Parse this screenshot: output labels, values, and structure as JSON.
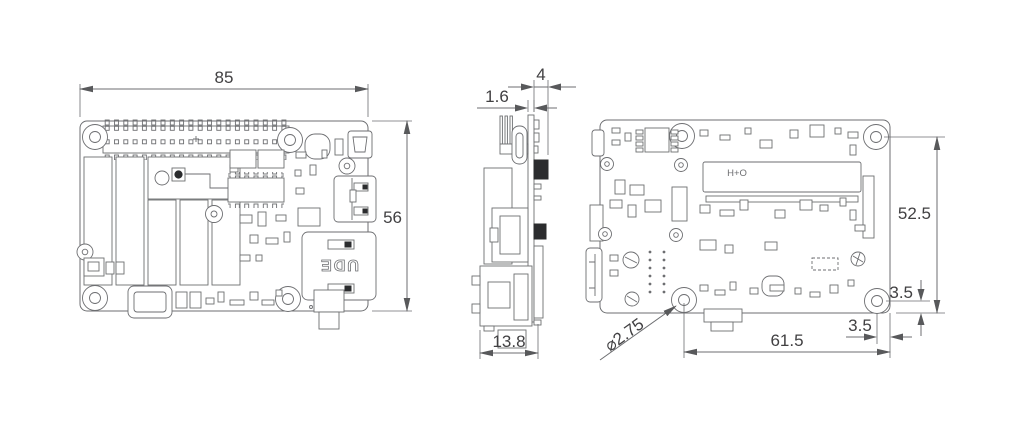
{
  "palette": {
    "line_color": "#6d6e71",
    "text_color": "#414042",
    "dark_fill": "#2b2c2e",
    "background": "#ffffff"
  },
  "dimensions": {
    "top_view": {
      "board_width": "85",
      "board_height": "56"
    },
    "side_view": {
      "overall_thickness": "4",
      "pcb_thickness": "1.6",
      "connector_depth": "13.8"
    },
    "bottom_view": {
      "hole_to_bottom_edge": "52.5",
      "hole_offset_bottom": "3.5",
      "hole_offset_right": "3.5",
      "hole_span_width": "61.5",
      "hole_diameter": "⌀2.75"
    }
  },
  "component_labels": {
    "flex_connector": "H+O",
    "usb_port": "UDE"
  }
}
